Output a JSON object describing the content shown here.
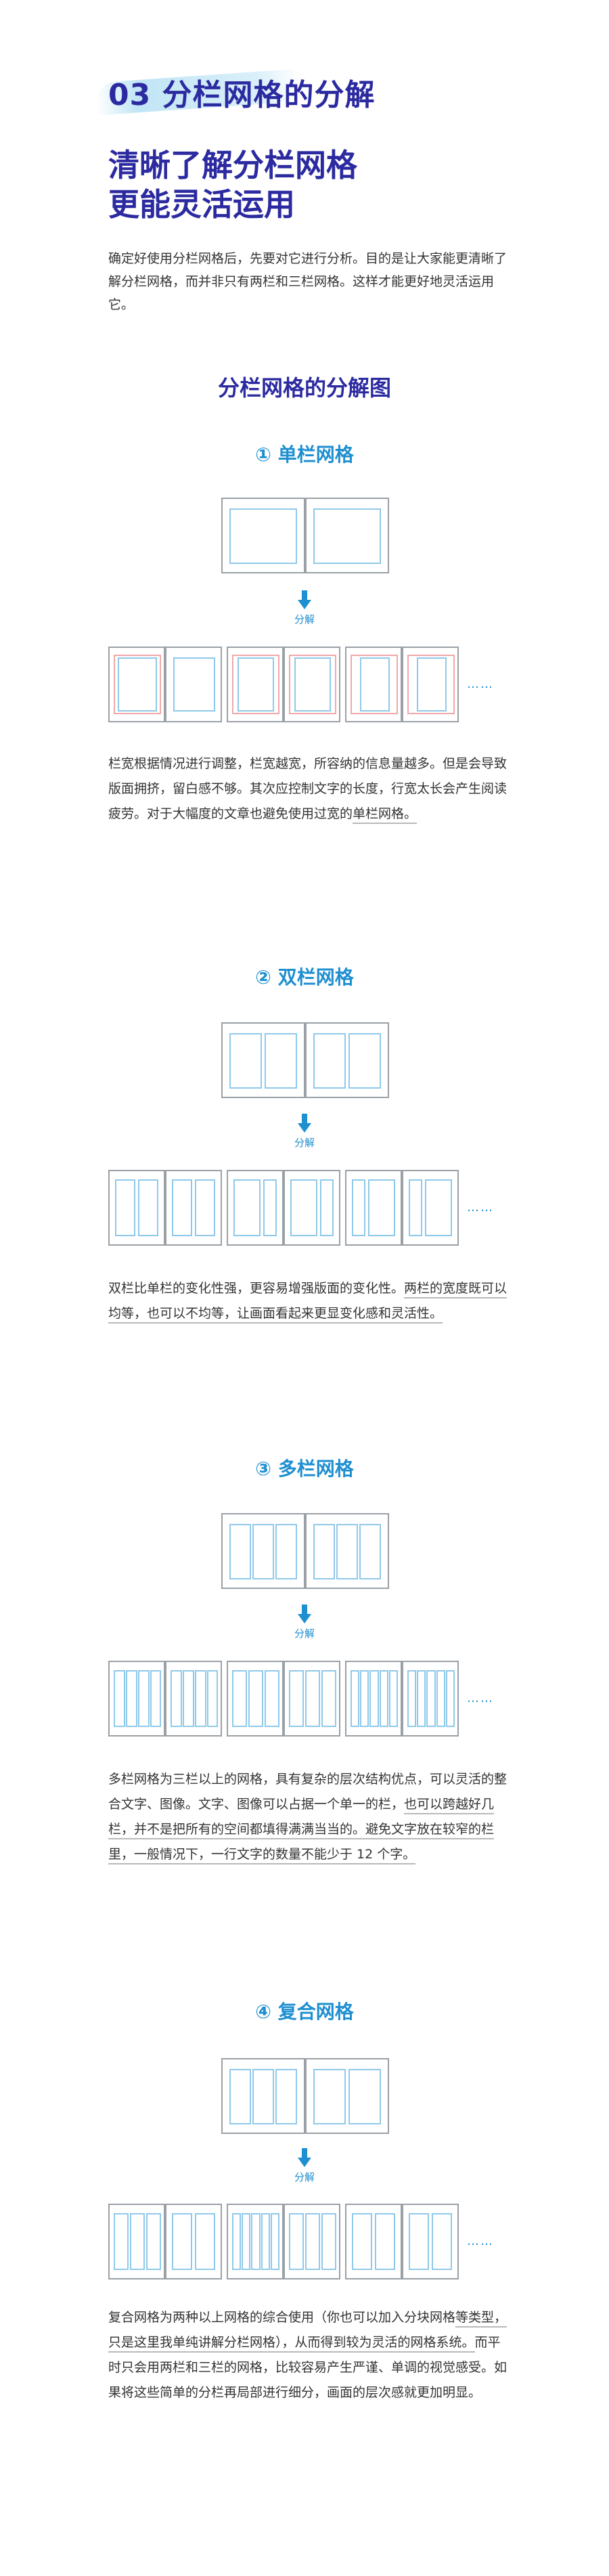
{
  "header": {
    "section_title": "03 分栏网格的分解",
    "main_title_line1": "清晰了解分栏网格",
    "main_title_line2": "更能灵活运用",
    "intro": "确定好使用分栏网格后，先要对它进行分析。目的是让大家能更清晰了解分栏网格，而并非只有两栏和三栏网格。这样才能更好地灵活运用它。"
  },
  "diagram_title": "分栏网格的分解图",
  "arrow_label": "分解",
  "ellipsis": "……",
  "sections": [
    {
      "title": "① 单栏网格",
      "desc_plain": "栏宽根据情况进行调整，栏宽越宽，所容纳的信息量越多。但是会导致版面拥挤，留白感不够。其次应控制文字的长度，行宽太长会产生阅读疲劳。对于大幅度的文章也避免使用过宽的",
      "desc_underlined": "单栏网格。"
    },
    {
      "title": "② 双栏网格",
      "desc_plain": "双栏比单栏的变化性强，更容易增强版面的变化性。",
      "desc_underlined": "两栏的宽度既可以均等，也可以不均等，让画面看起来更显变化感和灵活性。"
    },
    {
      "title": "③ 多栏网格",
      "desc_plain": "多栏网格为三栏以上的网格，具有复杂的层次结构优点，可以灵活的整合文字、图像。文字、图像可以占据一个单一的栏，",
      "desc_underlined": "也可以跨越好几栏，并不是把所有的空间都填得满满当当的。避免文字放在较窄的栏里，一般情况下，一行文字的数量不能少于 12 个字。"
    },
    {
      "title": "④ 复合网格",
      "desc_plain": "复合网格为两种以上网格的综合使用（你也可以加入分块网格",
      "desc_underlined": "等类型，只是这里我单纯讲解分栏网格），从而得到较为灵活的网格系统。",
      "desc_tail": "而平时只会用两栏和三栏的网格，比较容易产生严谨、单调的视觉感受。如果将这些简单的分栏再局部进行细分，画面的层次感就更加明显。"
    }
  ],
  "colors": {
    "title_indigo": "#2b2aa0",
    "accent_blue": "#1e8fd0",
    "grid_line_blue": "#8fc9ea",
    "grid_line_red": "#f0a8a8",
    "page_border_gray": "#9aa0a6"
  }
}
